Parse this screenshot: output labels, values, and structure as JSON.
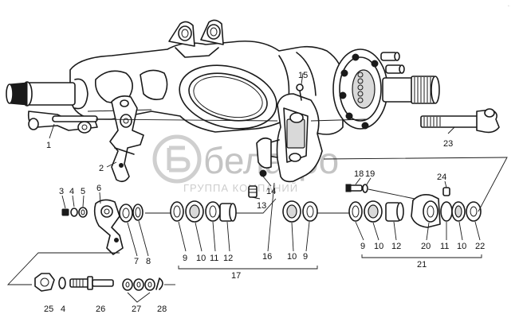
{
  "watermark": {
    "brand": "белагро",
    "subtitle": "ГРУППА КОМПАНИЙ"
  },
  "corner_mark": "←",
  "labels": [
    {
      "id": "l1",
      "text": "1"
    },
    {
      "id": "l2",
      "text": "2"
    },
    {
      "id": "l3",
      "text": "3"
    },
    {
      "id": "l4a",
      "text": "4"
    },
    {
      "id": "l5",
      "text": "5"
    },
    {
      "id": "l6",
      "text": "6"
    },
    {
      "id": "l7",
      "text": "7"
    },
    {
      "id": "l8",
      "text": "8"
    },
    {
      "id": "l9a",
      "text": "9"
    },
    {
      "id": "l10a",
      "text": "10"
    },
    {
      "id": "l11a",
      "text": "11"
    },
    {
      "id": "l12a",
      "text": "12"
    },
    {
      "id": "l13",
      "text": "13"
    },
    {
      "id": "l14",
      "text": "14"
    },
    {
      "id": "l15",
      "text": "15"
    },
    {
      "id": "l16",
      "text": "16"
    },
    {
      "id": "l10b",
      "text": "10"
    },
    {
      "id": "l9b",
      "text": "9"
    },
    {
      "id": "l17",
      "text": "17"
    },
    {
      "id": "l18",
      "text": "18"
    },
    {
      "id": "l19",
      "text": "19"
    },
    {
      "id": "l9c",
      "text": "9"
    },
    {
      "id": "l10c",
      "text": "10"
    },
    {
      "id": "l12b",
      "text": "12"
    },
    {
      "id": "l20",
      "text": "20"
    },
    {
      "id": "l11b",
      "text": "11"
    },
    {
      "id": "l10d",
      "text": "10"
    },
    {
      "id": "l22",
      "text": "22"
    },
    {
      "id": "l21",
      "text": "21"
    },
    {
      "id": "l23",
      "text": "23"
    },
    {
      "id": "l24",
      "text": "24"
    },
    {
      "id": "l25",
      "text": "25"
    },
    {
      "id": "l4b",
      "text": "4"
    },
    {
      "id": "l26",
      "text": "26"
    },
    {
      "id": "l27",
      "text": "27"
    },
    {
      "id": "l28",
      "text": "28"
    }
  ]
}
